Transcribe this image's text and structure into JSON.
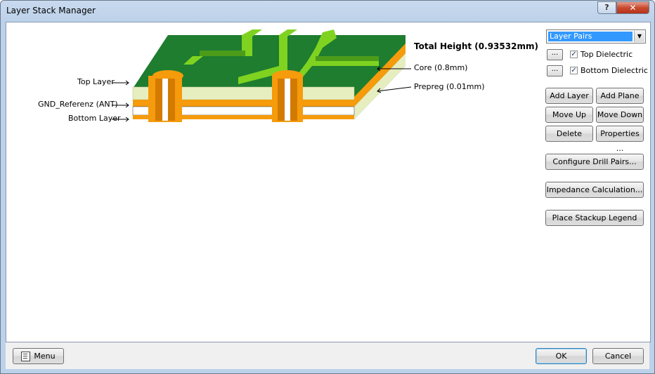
{
  "window": {
    "title": "Layer Stack Manager",
    "help": "?",
    "close": "✕"
  },
  "diagram": {
    "total_height": "Total Height (0.93532mm)",
    "left_labels": [
      "Top Layer",
      "GND_Referenz (ANT)",
      "Bottom Layer"
    ],
    "right_labels": [
      "Core (0.8mm)",
      "Prepreg (0.01mm)"
    ],
    "colors": {
      "board_top": "#1e7d2f",
      "trace": "#7fd320",
      "copper": "#f59b0c",
      "core": "#e8f0c0",
      "prepreg": "#f59b0c"
    }
  },
  "sidepanel": {
    "combo_value": "Layer Pairs",
    "top_dielectric": {
      "button": "...",
      "label": "Top Dielectric",
      "checked": "✓"
    },
    "bottom_dielectric": {
      "button": "...",
      "label": "Bottom Dielectric",
      "checked": "✓"
    },
    "add_layer": "Add Layer",
    "add_plane": "Add Plane",
    "move_up": "Move Up",
    "move_down": "Move Down",
    "delete": "Delete",
    "properties": "Properties ...",
    "configure_drill": "Configure Drill Pairs...",
    "impedance": "Impedance Calculation...",
    "legend": "Place Stackup Legend"
  },
  "footer": {
    "menu": "Menu",
    "ok": "OK",
    "cancel": "Cancel"
  }
}
